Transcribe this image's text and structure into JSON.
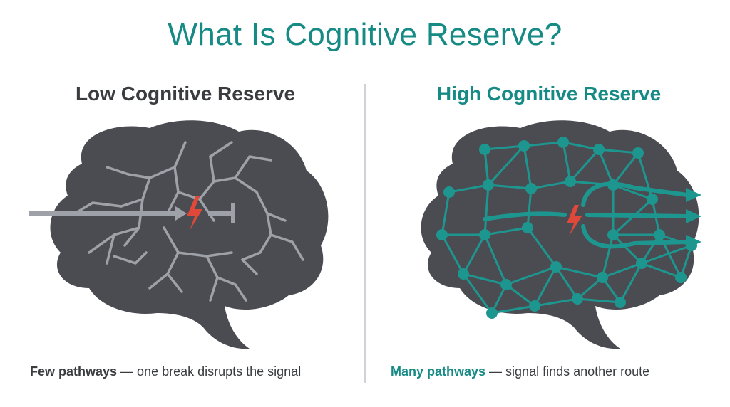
{
  "title": "What Is Cognitive Reserve?",
  "colors": {
    "accent": "#168a85",
    "brain": "#4a4c52",
    "pathway_low": "#9ea2a8",
    "pathway_high": "#1e9690",
    "break": "#e0483a",
    "text_dark": "#3a3c40"
  },
  "left": {
    "heading": "Low Cognitive Reserve",
    "caption_bold": "Few pathways",
    "caption_rest": " — one break disrupts the signal",
    "icon": "lightning-bolt-icon"
  },
  "right": {
    "heading": "High Cognitive Reserve",
    "caption_bold": "Many pathways",
    "caption_rest": " — signal finds another route",
    "icon": "lightning-bolt-icon"
  }
}
